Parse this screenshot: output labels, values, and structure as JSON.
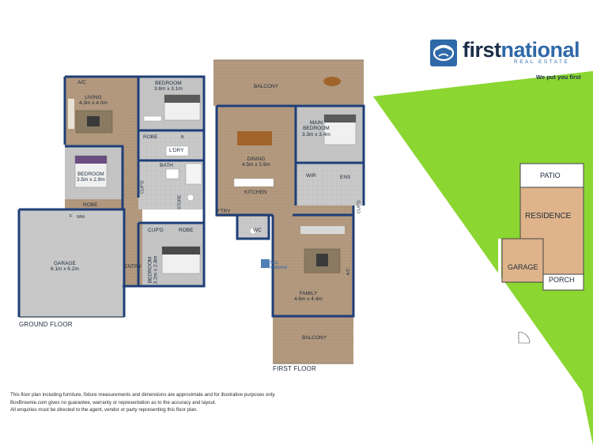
{
  "brand": {
    "name_first": "first",
    "name_second": "national",
    "subtitle": "REAL ESTATE",
    "tagline": "We put you first",
    "accent": "#2f69a8",
    "dark": "#1c2e4a"
  },
  "floors": {
    "ground": {
      "caption": "GROUND FLOOR",
      "rooms": [
        {
          "name": "LIVING",
          "dim": "4.3m x 4.0m"
        },
        {
          "name": "BEDROOM",
          "dim": "3.6m x 3.1m"
        },
        {
          "name": "BEDROOM",
          "dim": "3.5m x 2.9m"
        },
        {
          "name": "ROBE",
          "dim": ""
        },
        {
          "name": "L'DRY",
          "dim": ""
        },
        {
          "name": "BATH",
          "dim": ""
        },
        {
          "name": "ROBE",
          "dim": ""
        },
        {
          "name": "GARAGE",
          "dim": "6.1m x 6.2m"
        },
        {
          "name": "CUP'D",
          "dim": ""
        },
        {
          "name": "ROBE",
          "dim": ""
        },
        {
          "name": "BEDROOM",
          "dim": "3.2m x 2.8m"
        },
        {
          "name": "ENTRY",
          "dim": ""
        },
        {
          "name": "CUP'D",
          "dim": ""
        },
        {
          "name": "STORE",
          "dim": ""
        }
      ],
      "marks": {
        "ac": "A/C",
        "wm": "WM",
        "f": "F",
        "b": "B"
      }
    },
    "first": {
      "caption": "FIRST FLOOR",
      "rooms": [
        {
          "name": "BALCONY",
          "dim": ""
        },
        {
          "name": "MAIN",
          "dim": ""
        },
        {
          "name": "BEDROOM",
          "dim": "3.3m x 3.4m"
        },
        {
          "name": "DINING",
          "dim": "4.5m x 3.9m"
        },
        {
          "name": "KITCHEN",
          "dim": ""
        },
        {
          "name": "WIR",
          "dim": ""
        },
        {
          "name": "ENS",
          "dim": ""
        },
        {
          "name": "P'TRY",
          "dim": ""
        },
        {
          "name": "WC",
          "dim": ""
        },
        {
          "name": "CUP'D",
          "dim": ""
        },
        {
          "name": "FAMILY",
          "dim": "4.6m x 4.4m"
        },
        {
          "name": "BALCONY",
          "dim": ""
        }
      ],
      "marks": {
        "ac": "A/C",
        "watermark_1": "first",
        "watermark_2": "national"
      }
    }
  },
  "site": {
    "labels": [
      "PATIO",
      "RESIDENCE",
      "GARAGE",
      "PORCH"
    ],
    "colors": {
      "lawn": "#8bd631",
      "residence": "#dfb48b"
    }
  },
  "disclaimer": [
    "This floor plan including furniture, fixture measurements and dimensions are approximate and for illustrative purposes only.",
    "BoxBrownie.com gives no guarantee, warranty or representation as to the accuracy and layout.",
    "All enquiries must be directed to the agent, vendor or party representing this floor plan."
  ]
}
